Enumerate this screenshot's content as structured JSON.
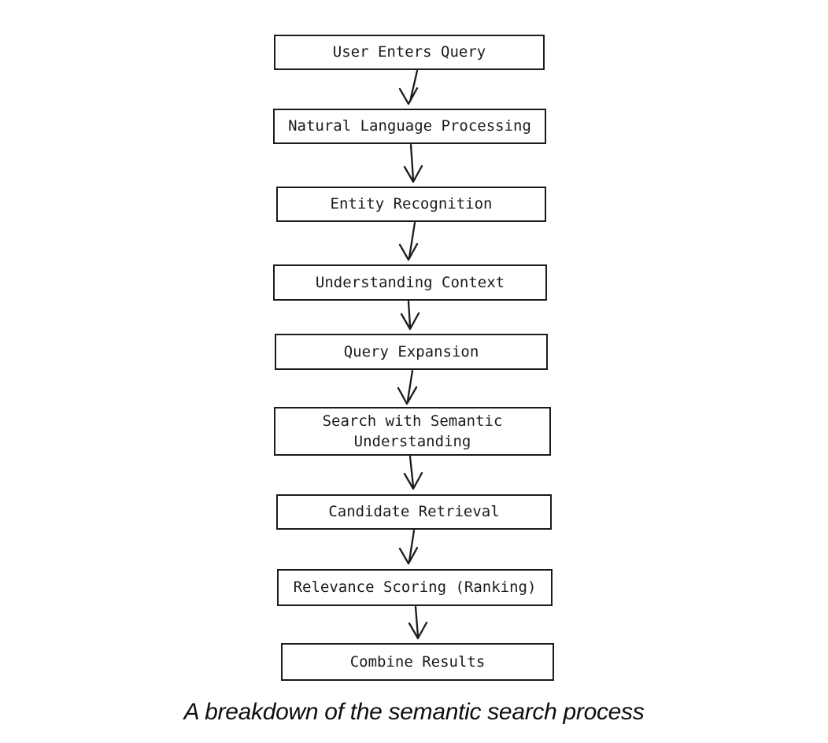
{
  "diagram": {
    "type": "flowchart",
    "direction": "top-down",
    "nodes": [
      {
        "id": "user-enters-query",
        "label": "User Enters Query"
      },
      {
        "id": "natural-language-processing",
        "label": "Natural Language Processing"
      },
      {
        "id": "entity-recognition",
        "label": "Entity Recognition"
      },
      {
        "id": "understanding-context",
        "label": "Understanding Context"
      },
      {
        "id": "query-expansion",
        "label": "Query Expansion"
      },
      {
        "id": "search-with-semantic-understanding",
        "label": "Search with Semantic Understanding"
      },
      {
        "id": "candidate-retrieval",
        "label": "Candidate Retrieval"
      },
      {
        "id": "relevance-scoring-ranking",
        "label": "Relevance Scoring (Ranking)"
      },
      {
        "id": "combine-results",
        "label": "Combine Results"
      }
    ],
    "edges": [
      {
        "from": "User Enters Query",
        "to": "Natural Language Processing"
      },
      {
        "from": "Natural Language Processing",
        "to": "Entity Recognition"
      },
      {
        "from": "Entity Recognition",
        "to": "Understanding Context"
      },
      {
        "from": "Understanding Context",
        "to": "Query Expansion"
      },
      {
        "from": "Query Expansion",
        "to": "Search with Semantic Understanding"
      },
      {
        "from": "Search with Semantic Understanding",
        "to": "Candidate Retrieval"
      },
      {
        "from": "Candidate Retrieval",
        "to": "Relevance Scoring (Ranking)"
      },
      {
        "from": "Relevance Scoring (Ranking)",
        "to": "Combine Results"
      }
    ],
    "caption": "A breakdown of the semantic search process"
  },
  "colors": {
    "background": "#ffffff",
    "box_fill": "#ffffff",
    "stroke": "#1b1b1b",
    "text": "#1b1b1b"
  }
}
